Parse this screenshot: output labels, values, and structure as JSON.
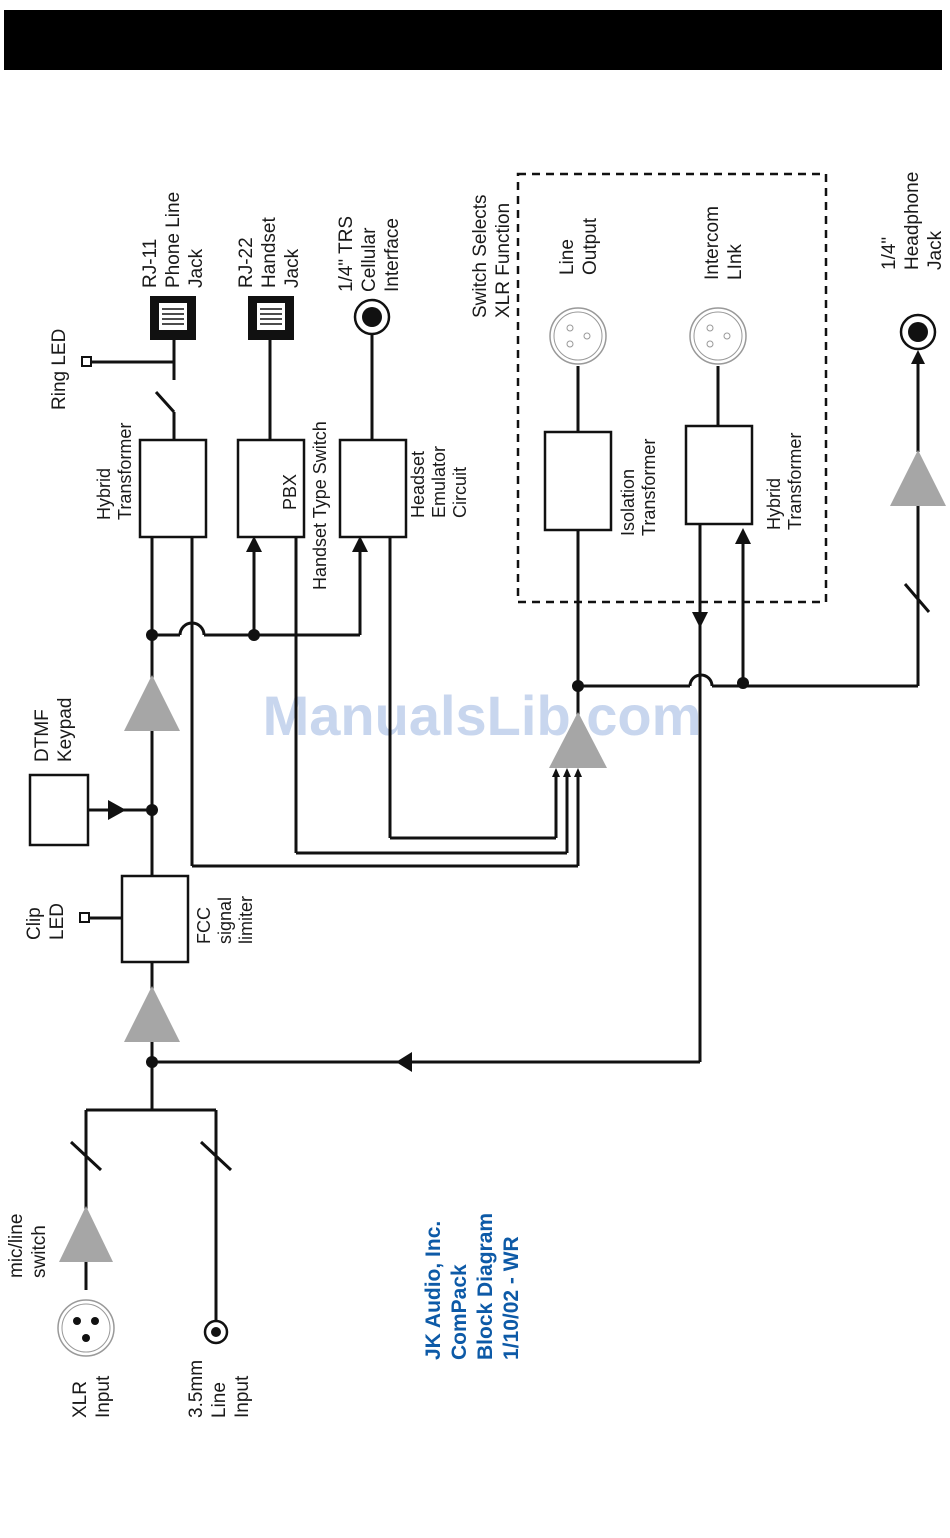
{
  "labels": {
    "ring_led": "Ring LED",
    "rj11": [
      "RJ-11",
      "Phone Line",
      "Jack"
    ],
    "rj22": [
      "RJ-22",
      "Handset",
      "Jack"
    ],
    "trs": [
      "1/4\" TRS",
      "Cellular",
      "Interface"
    ],
    "switch_selects": [
      "Switch Selects",
      "XLR Function"
    ],
    "line_output": [
      "Line",
      "Output"
    ],
    "intercom_link": [
      "Intercom",
      "LInk"
    ],
    "headphone": [
      "1/4\"",
      "Headphone",
      "Jack"
    ],
    "hybrid_transformer_1": [
      "Hybrid",
      "Transformer"
    ],
    "pbx": "PBX",
    "handset_type_switch": "Handset Type  Switch",
    "headset_emulator": [
      "Headset",
      "Emulator",
      "Circuit"
    ],
    "isolation_transformer": [
      "Isolation",
      "Transformer"
    ],
    "hybrid_transformer_2": [
      "Hybrid",
      "Transformer"
    ],
    "dtmf": [
      "DTMF",
      "Keypad"
    ],
    "clip_led": [
      "Clip",
      "LED"
    ],
    "fcc": [
      "FCC",
      "signal",
      "limiter"
    ],
    "mic_line_switch": [
      "mic/line",
      "switch"
    ],
    "xlr_input": [
      "XLR",
      "Input"
    ],
    "line_input": [
      "3.5mm",
      "Line",
      "Input"
    ]
  },
  "caption": [
    "JK Audio, Inc.",
    "ComPack",
    "Block Diagram",
    "1/10/02 - WR"
  ],
  "watermark": "ManualsLib.com",
  "colors": {
    "caption": "#0d5aa7",
    "watermark": "#c8d6ee",
    "amp": "#a6a6a6",
    "header": "#000000"
  }
}
